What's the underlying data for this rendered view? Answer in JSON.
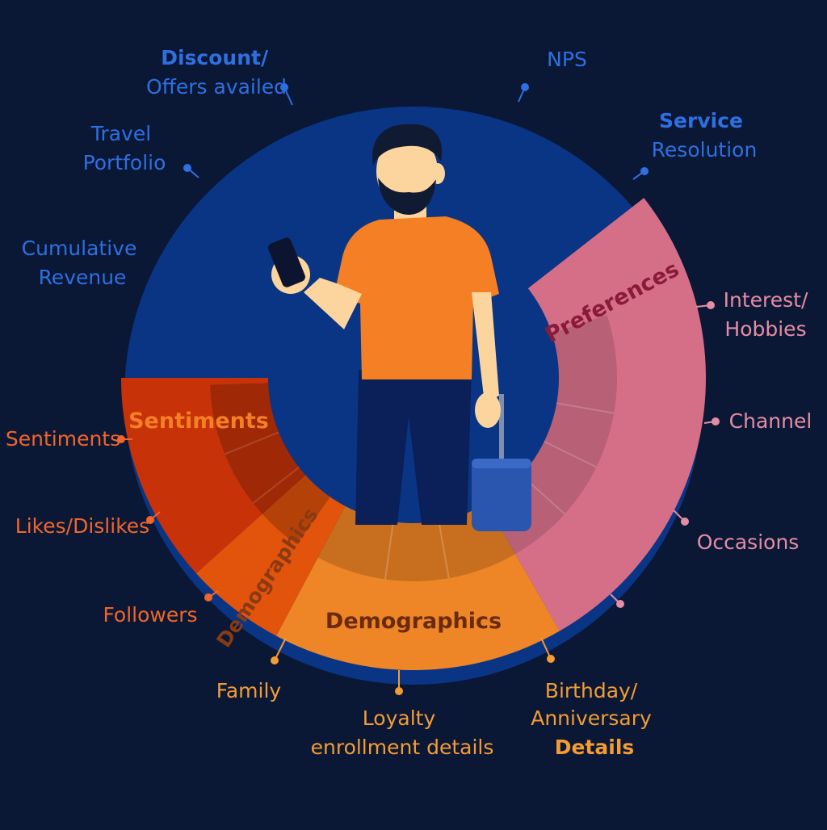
{
  "colors": {
    "background": "#0a1836",
    "engagement": "#0a3585",
    "engagement_label": "#2f6fe0",
    "preferences": "#d46f87",
    "preferences_label": "#e58da3",
    "sentiments": "#c73208",
    "sentiments_label": "#f0652a",
    "demographics": "#ee8526",
    "demographics_label": "#f49c33",
    "social": "#e2530b",
    "person_shirt": "#f47f25",
    "person_skin": "#fbd59d",
    "person_hair": "#101a33",
    "person_pants": "#0b1f58"
  },
  "segments": {
    "preferences": "Preferences",
    "sentiments": "Sentiments",
    "demographics": "Demographics",
    "demographics_small": "Demographics"
  },
  "labels": {
    "discount": [
      "Discount/",
      "Offers availed"
    ],
    "nps": [
      "NPS"
    ],
    "service": [
      "Service",
      "Resolution"
    ],
    "travel": [
      "Travel",
      "Portfolio"
    ],
    "cumulative": [
      "Cumulative",
      "Revenue"
    ],
    "interest": [
      "Interest/",
      "Hobbies"
    ],
    "channel": [
      "Channel"
    ],
    "occasions": [
      "Occasions"
    ],
    "sentiments": [
      "Sentiments"
    ],
    "likes": [
      "Likes/Dislikes"
    ],
    "followers": [
      "Followers"
    ],
    "family": [
      "Family"
    ],
    "loyalty": [
      "Loyalty",
      "enrollment details"
    ],
    "birthday": [
      "Birthday/",
      "Anniversary",
      "Details"
    ]
  },
  "icons": {
    "person": "person-with-phone-icon",
    "luggage": "luggage-icon"
  }
}
